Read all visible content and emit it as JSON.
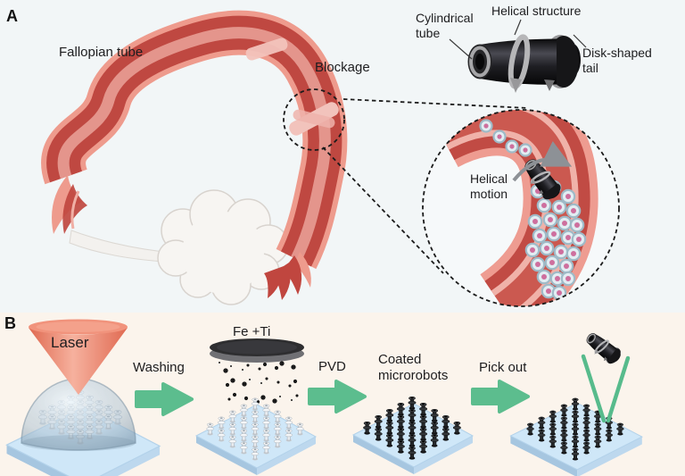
{
  "figure": {
    "panel_a_letter": "A",
    "panel_b_letter": "B"
  },
  "panel_a": {
    "labels": {
      "fallopian_tube": "Fallopian tube",
      "blockage": "Blockage",
      "cylindrical_tube": "Cylindrical tube",
      "helical_structure": "Helical structure",
      "disk_shaped_tail": "Disk-shaped tail",
      "helical_motion": "Helical motion"
    }
  },
  "panel_b": {
    "labels": {
      "laser": "Laser",
      "washing": "Washing",
      "fe_ti": "Fe +Ti",
      "pvd": "PVD",
      "coated_microrobots": "Coated microrobots",
      "pick_out": "Pick out"
    }
  },
  "colors": {
    "panel_a_background": "#f2f6f7",
    "panel_b_background": "#fbf4ec",
    "tube_outer": "#ee9b8d",
    "tube_wall": "#bf4841",
    "tube_lining": "#f0afa5",
    "blockage_band": "#f2c3bc",
    "robot_black": "#161618",
    "robot_gray": "#a6a6a8",
    "cell_rim": "#e2edf2",
    "cell_nucleus": "#ce6f9e",
    "arrow_green": "#5cbd8e",
    "tweezers_green": "#57bb8c",
    "laser_cone": "#ee8a71",
    "substrate_blue": "#cfe7f8",
    "target_disk": "#2e2e30",
    "text": "#1d1d1f"
  }
}
